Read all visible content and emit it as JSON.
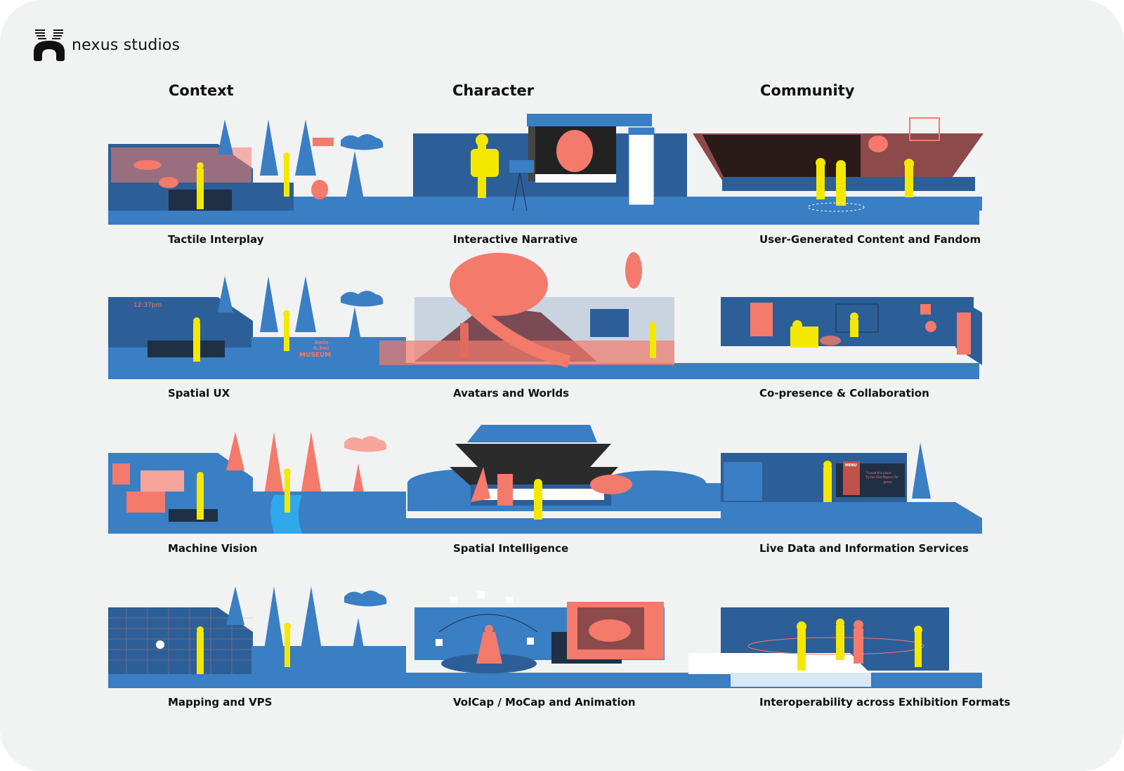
{
  "brand": {
    "name": "nexus studios",
    "logo_icon": "nexus-logo-icon"
  },
  "columns": [
    {
      "title": "Context"
    },
    {
      "title": "Character"
    },
    {
      "title": "Community"
    }
  ],
  "rows": [
    {
      "context": "Tactile Interplay",
      "character": "Interactive Narrative",
      "community": "User-Generated Content and Fandom"
    },
    {
      "context": "Spatial UX",
      "character": "Avatars and Worlds",
      "community": "Co-presence & Collaboration"
    },
    {
      "context": "Machine Vision",
      "character": "Spatial Intelligence",
      "community": "Live Data and Information Services"
    },
    {
      "context": "Mapping and VPS",
      "character": "VolCap / MoCap and Animation",
      "community": "Interoperability across Exhibition Formats"
    }
  ],
  "illustration_text": {
    "clock": "12:37pm",
    "museum_sign": [
      "6min",
      "0.3mi",
      "MUSEUM"
    ],
    "menu": "MENU",
    "review": [
      "\"I loved this place!",
      "Try the Filet Mignon Pie\"",
      "- James"
    ]
  },
  "colors": {
    "background": "#f1f2f2",
    "blue": "#3a7ec4",
    "dark_blue": "#2c5f98",
    "navy": "#1f2f44",
    "coral": "#f47a6c",
    "yellow": "#f5e800",
    "maroon": "#8d4a4a"
  }
}
